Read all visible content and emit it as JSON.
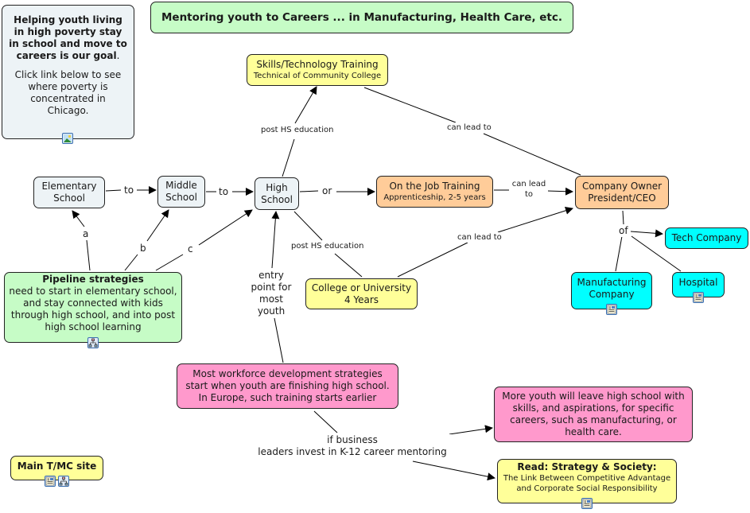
{
  "title": "Mentoring youth to Careers ... in Manufacturing, Health Care, etc.",
  "goal_box": {
    "heading": "Helping youth living in high poverty stay in school and move to careers is our goal",
    "heading_suffix": ".",
    "body": "Click link below to see where poverty is concentrated in Chicago.",
    "resource_icon": "image-icon"
  },
  "nodes": {
    "elementary": "Elementary School",
    "middle": "Middle School",
    "high": "High School",
    "skills_title": "Skills/Technology Training",
    "skills_sub": "Technical of Community College",
    "ojt_title": "On the Job Training",
    "ojt_sub": "Apprenticeship, 2-5 years",
    "college_title": "College or University",
    "college_sub": "4 Years",
    "ceo_title": "Company Owner",
    "ceo_sub": "President/CEO",
    "tech": "Tech Company",
    "manufacturing": "Manufacturing Company",
    "hospital": "Hospital",
    "pipeline_title": "Pipeline strategies",
    "pipeline_body": "need to start in elementary school, and stay connected with kids through high school, and into post high school learning",
    "workforce": "Most workforce development strategies start when youth are finishing high school. In Europe, such training starts earlier",
    "more_youth": "More youth will leave high school with skills, and aspirations, for specific careers, such as manufacturing, or health care.",
    "read_title": "Read: Strategy & Society:",
    "read_sub": "The Link Between Competitive Advantage and Corporate Social Responsibility",
    "main_site": "Main T/MC site"
  },
  "links": {
    "to1": "to",
    "to2": "to",
    "or": "or",
    "post_hs_1": "post HS education",
    "post_hs_2": "post HS education",
    "can_lead_1": "can lead to",
    "can_lead_2": "can lead to",
    "can_lead_3": "can lead to",
    "of": "of",
    "a": "a",
    "b": "b",
    "c": "c",
    "entry_point": "entry point for most youth",
    "if_business_1": "if business",
    "if_business_2": "leaders invest in K-12 career mentoring"
  }
}
